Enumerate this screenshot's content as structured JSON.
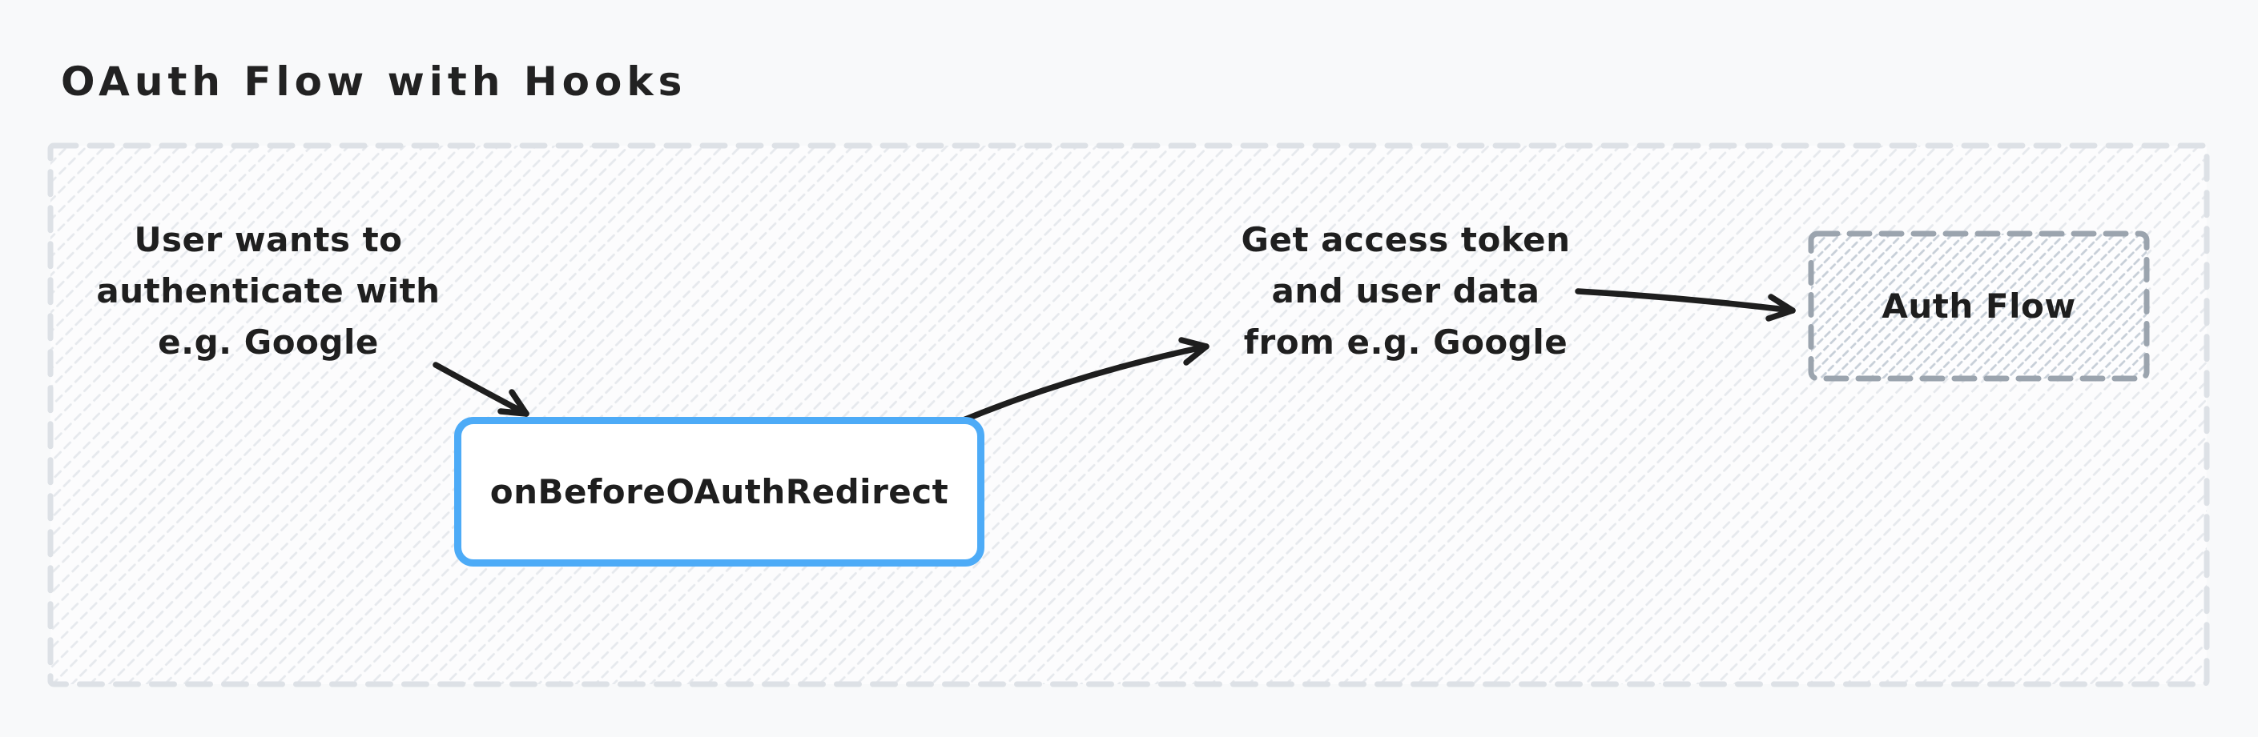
{
  "diagram": {
    "title": "OAuth Flow with Hooks",
    "colors": {
      "background": "#f8f9fa",
      "stroke_dark": "#1e1e1e",
      "accent_blue": "#4dabf7",
      "container_border": "#dde1e6",
      "container_hatch": "#e6e9ed",
      "container_fill": "#fcfcfd",
      "authflow_border": "#9ba4ae",
      "authflow_hatch": "#c7cfd8",
      "node_fill": "#ffffff"
    },
    "nodes": {
      "user_intent": {
        "lines": [
          "User wants to",
          "authenticate with",
          "e.g. Google"
        ]
      },
      "hook": {
        "label": "onBeforeOAuthRedirect"
      },
      "token": {
        "lines": [
          "Get access token",
          "and user data",
          "from e.g. Google"
        ]
      },
      "auth_flow": {
        "label": "Auth Flow"
      }
    }
  }
}
